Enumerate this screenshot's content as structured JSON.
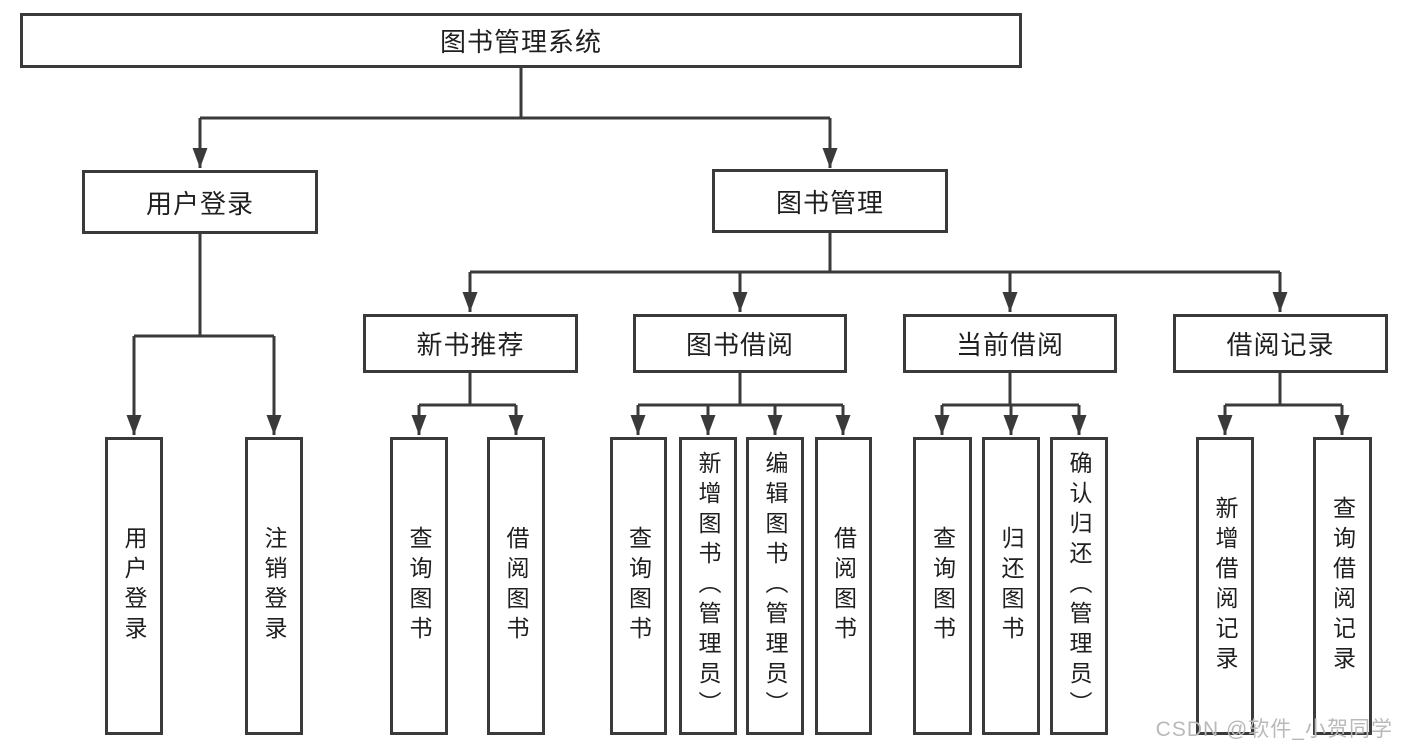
{
  "diagram": {
    "root": "图书管理系统",
    "userLogin": {
      "label": "用户登录",
      "children": [
        "用户登录",
        "注销登录"
      ]
    },
    "bookManagement": {
      "label": "图书管理",
      "sections": [
        {
          "label": "新书推荐",
          "children": [
            "查询图书",
            "借阅图书"
          ]
        },
        {
          "label": "图书借阅",
          "children": [
            "查询图书",
            "新增图书（管理员）",
            "编辑图书（管理员）",
            "借阅图书"
          ]
        },
        {
          "label": "当前借阅",
          "children": [
            "查询图书",
            "归还图书",
            "确认归还（管理员）"
          ]
        },
        {
          "label": "借阅记录",
          "children": [
            "新增借阅记录",
            "查询借阅记录"
          ]
        }
      ]
    },
    "watermark": "CSDN @软件_小贺同学",
    "colors": {
      "line": "#3a3a3a",
      "text": "#1f1f1f",
      "watermark": "#b9b9b9",
      "background": "#ffffff"
    }
  }
}
